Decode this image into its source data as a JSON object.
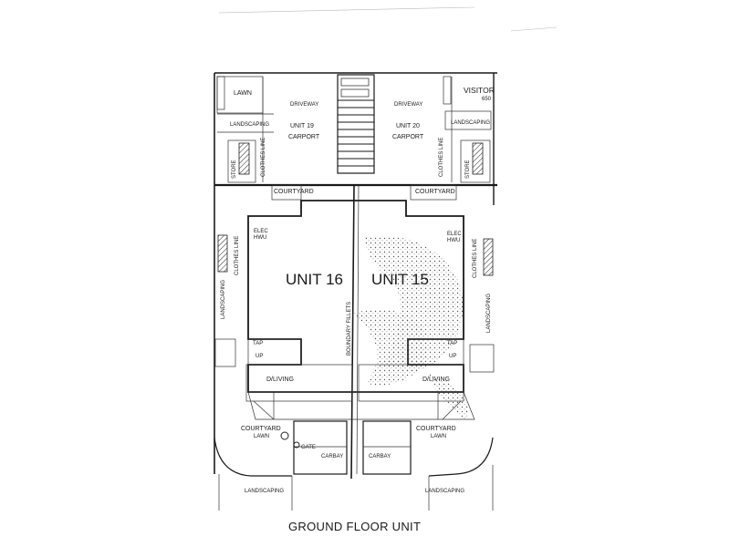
{
  "title": "GROUND FLOOR UNIT",
  "units": {
    "left": "UNIT 16",
    "right": "UNIT 15"
  },
  "top": {
    "lawn": "LAWN",
    "driveway_left": "DRIVEWAY",
    "driveway_right": "DRIVEWAY",
    "visitor": "VISITOR",
    "visitor_sub": "650",
    "landscaping_left": "LANDSCAPING",
    "landscaping_right": "LANDSCAPING",
    "carport_left_name": "UNIT 19",
    "carport_left_label": "CARPORT",
    "carport_right_name": "UNIT 20",
    "carport_right_label": "CARPORT",
    "store_left": "STORE",
    "store_right": "STORE",
    "clothes_left": "CLOTHES LINE",
    "clothes_right": "CLOTHES LINE"
  },
  "mid": {
    "courtyard_left": "COURTYARD",
    "courtyard_right": "COURTYARD",
    "elec_left": "ELEC",
    "hwu_left": "HWU",
    "elec_right": "ELEC",
    "hwu_right": "HWU",
    "clothes_left": "CLOTHES LINE",
    "clothes_right": "CLOTHES LINE",
    "landscaping_left": "LANDSCAPING",
    "landscaping_right": "LANDSCAPING",
    "tap_left": "TAP",
    "tap_right": "TAP",
    "up_left": "UP",
    "up_right": "UP",
    "boundary": "BOUNDARY FILLETS"
  },
  "bottom": {
    "living_left": "D/LIVING",
    "living_right": "D/LIVING",
    "courtyard_left": "COURTYARD",
    "courtyard_right": "COURTYARD",
    "lawn_left": "LAWN",
    "lawn_right": "LAWN",
    "gate_left": "GATE",
    "carbay_left": "CARBAY",
    "carbay_right": "CARBAY",
    "landscaping_left": "LANDSCAPING",
    "landscaping_right": "LANDSCAPING"
  }
}
